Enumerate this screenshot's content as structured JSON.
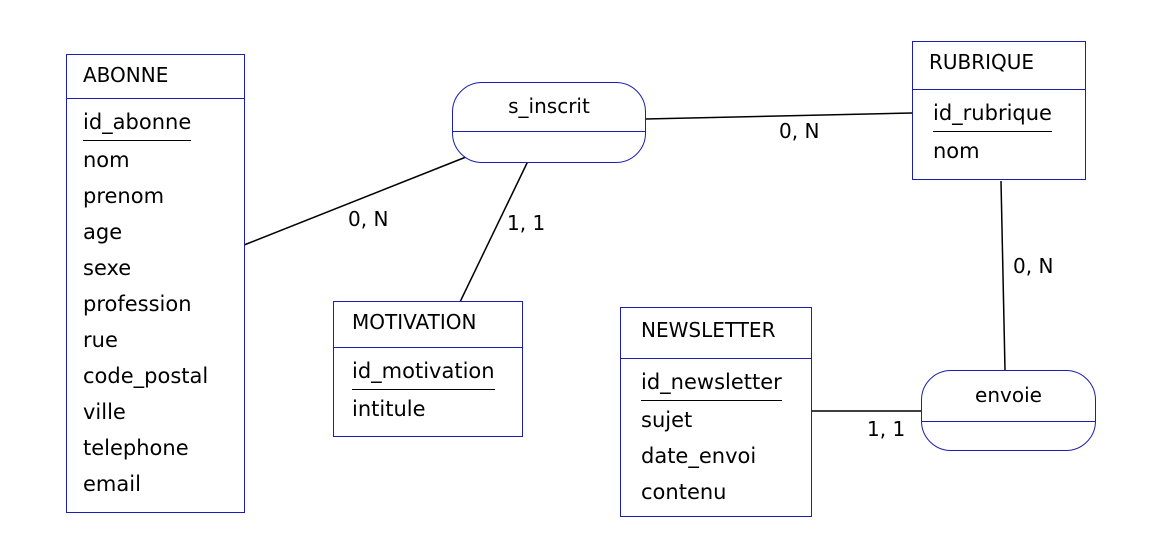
{
  "entities": {
    "abonne": {
      "name": "ABONNE",
      "pk": "id_abonne",
      "attributes": [
        "nom",
        "prenom",
        "age",
        "sexe",
        "profession",
        "rue",
        "code_postal",
        "ville",
        "telephone",
        "email"
      ]
    },
    "rubrique": {
      "name": "RUBRIQUE",
      "pk": "id_rubrique",
      "attributes": [
        "nom"
      ]
    },
    "motivation": {
      "name": "MOTIVATION",
      "pk": "id_motivation",
      "attributes": [
        "intitule"
      ]
    },
    "newsletter": {
      "name": "NEWSLETTER",
      "pk": "id_newsletter",
      "attributes": [
        "sujet",
        "date_envoi",
        "contenu"
      ]
    }
  },
  "associations": {
    "s_inscrit": {
      "name": "s_inscrit"
    },
    "envoie": {
      "name": "envoie"
    }
  },
  "cardinalities": {
    "abonne_s_inscrit": "0, N",
    "rubrique_s_inscrit": "0, N",
    "motivation_s_inscrit": "1, 1",
    "rubrique_envoie": "0, N",
    "newsletter_envoie": "1, 1"
  },
  "colors": {
    "border": "#1a1fb0",
    "line": "#000000"
  }
}
